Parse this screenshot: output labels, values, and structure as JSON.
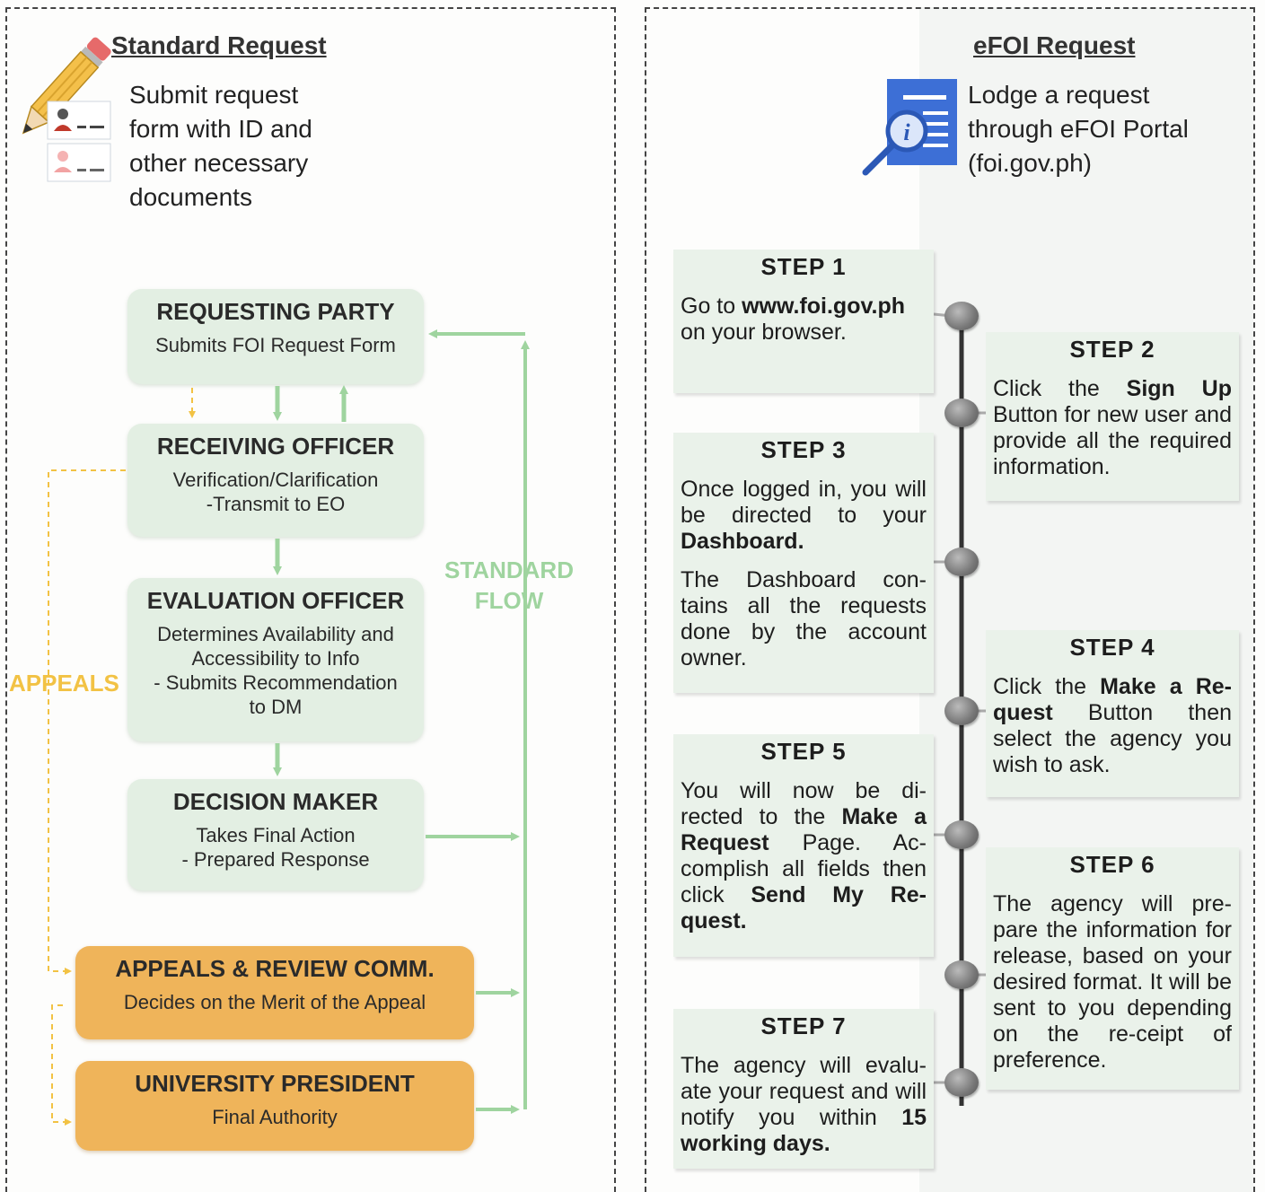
{
  "standard": {
    "heading": "Standard Request",
    "intro": [
      "Submit request",
      "form with ID and",
      "other necessary",
      "documents"
    ],
    "boxes": [
      {
        "title": "REQUESTING PARTY",
        "lines": [
          "Submits FOI Request Form"
        ]
      },
      {
        "title": "RECEIVING OFFICER",
        "lines": [
          "Verification/Clarification",
          "-Transmit to EO"
        ]
      },
      {
        "title": "EVALUATION OFFICER",
        "lines": [
          "Determines Availability and",
          "Accessibility to Info",
          "- Submits Recommendation",
          "to DM"
        ]
      },
      {
        "title": "DECISION MAKER",
        "lines": [
          "Takes Final Action",
          "- Prepared Response"
        ]
      },
      {
        "title": "APPEALS & REVIEW COMM.",
        "lines": [
          "Decides on the Merit of the Appeal"
        ]
      },
      {
        "title": "UNIVERSITY PRESIDENT",
        "lines": [
          "Final Authority"
        ]
      }
    ],
    "flow_label": [
      "STANDARD",
      "FLOW"
    ],
    "appeals_label": "APPEALS",
    "colors": {
      "flow": "#9fd49f",
      "appeals": "#f2c244",
      "box_green": "#e3efe3",
      "box_orange": "#efb45a"
    }
  },
  "efoi": {
    "heading": "eFOI Request",
    "intro": [
      "Lodge a request",
      "through eFOI Portal",
      "(foi.gov.ph)"
    ],
    "steps": [
      {
        "title": "STEP 1",
        "body": [
          [
            "Go to ",
            false
          ],
          [
            "www.foi.gov.ph",
            true
          ],
          [
            " on your browser.",
            false
          ]
        ]
      },
      {
        "title": "STEP 2",
        "body": [
          [
            "Click the ",
            false
          ],
          [
            "Sign Up",
            true
          ],
          [
            " Button for new user and provide all the required information.",
            false
          ]
        ]
      },
      {
        "title": "STEP 3",
        "body": [
          [
            "Once logged in, you will be directed to your ",
            false
          ],
          [
            "Dashboard.",
            true
          ]
        ],
        "body2": "The Dashboard con-tains all the requests done by the account owner."
      },
      {
        "title": "STEP 4",
        "body": [
          [
            "Click the ",
            false
          ],
          [
            "Make a Re-quest",
            true
          ],
          [
            " Button then select the agency you wish to ask.",
            false
          ]
        ]
      },
      {
        "title": "STEP 5",
        "body": [
          [
            "You will now be di-rected to the ",
            false
          ],
          [
            "Make a Request",
            true
          ],
          [
            " Page. Ac-complish all fields then click ",
            false
          ],
          [
            "Send My Re-quest.",
            true
          ]
        ]
      },
      {
        "title": "STEP 6",
        "body": [
          [
            "The agency will pre-pare the information for release, based on your desired format. It will be sent to you depending on the re-ceipt of preference.",
            false
          ]
        ]
      },
      {
        "title": "STEP 7",
        "body": [
          [
            "The agency will evalu-ate your request and will notify you within ",
            false
          ],
          [
            "15 working days.",
            true
          ]
        ]
      }
    ]
  }
}
